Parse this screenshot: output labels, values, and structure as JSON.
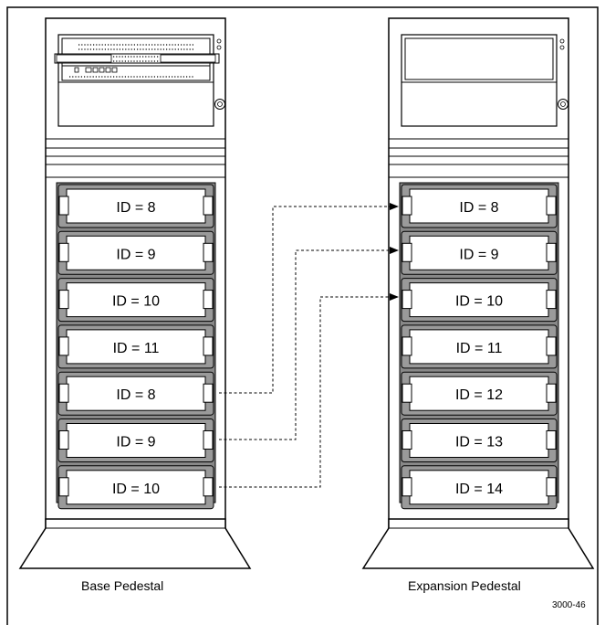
{
  "base_pedestal": {
    "label": "Base Pedestal",
    "bays": [
      "ID = 8",
      "ID = 9",
      "ID = 10",
      "ID = 11",
      "ID = 8",
      "ID = 9",
      "ID = 10"
    ]
  },
  "expansion_pedestal": {
    "label": "Expansion Pedestal",
    "bays": [
      "ID = 8",
      "ID = 9",
      "ID = 10",
      "ID = 11",
      "ID = 12",
      "ID = 13",
      "ID = 14"
    ]
  },
  "figure_number": "3000-46"
}
